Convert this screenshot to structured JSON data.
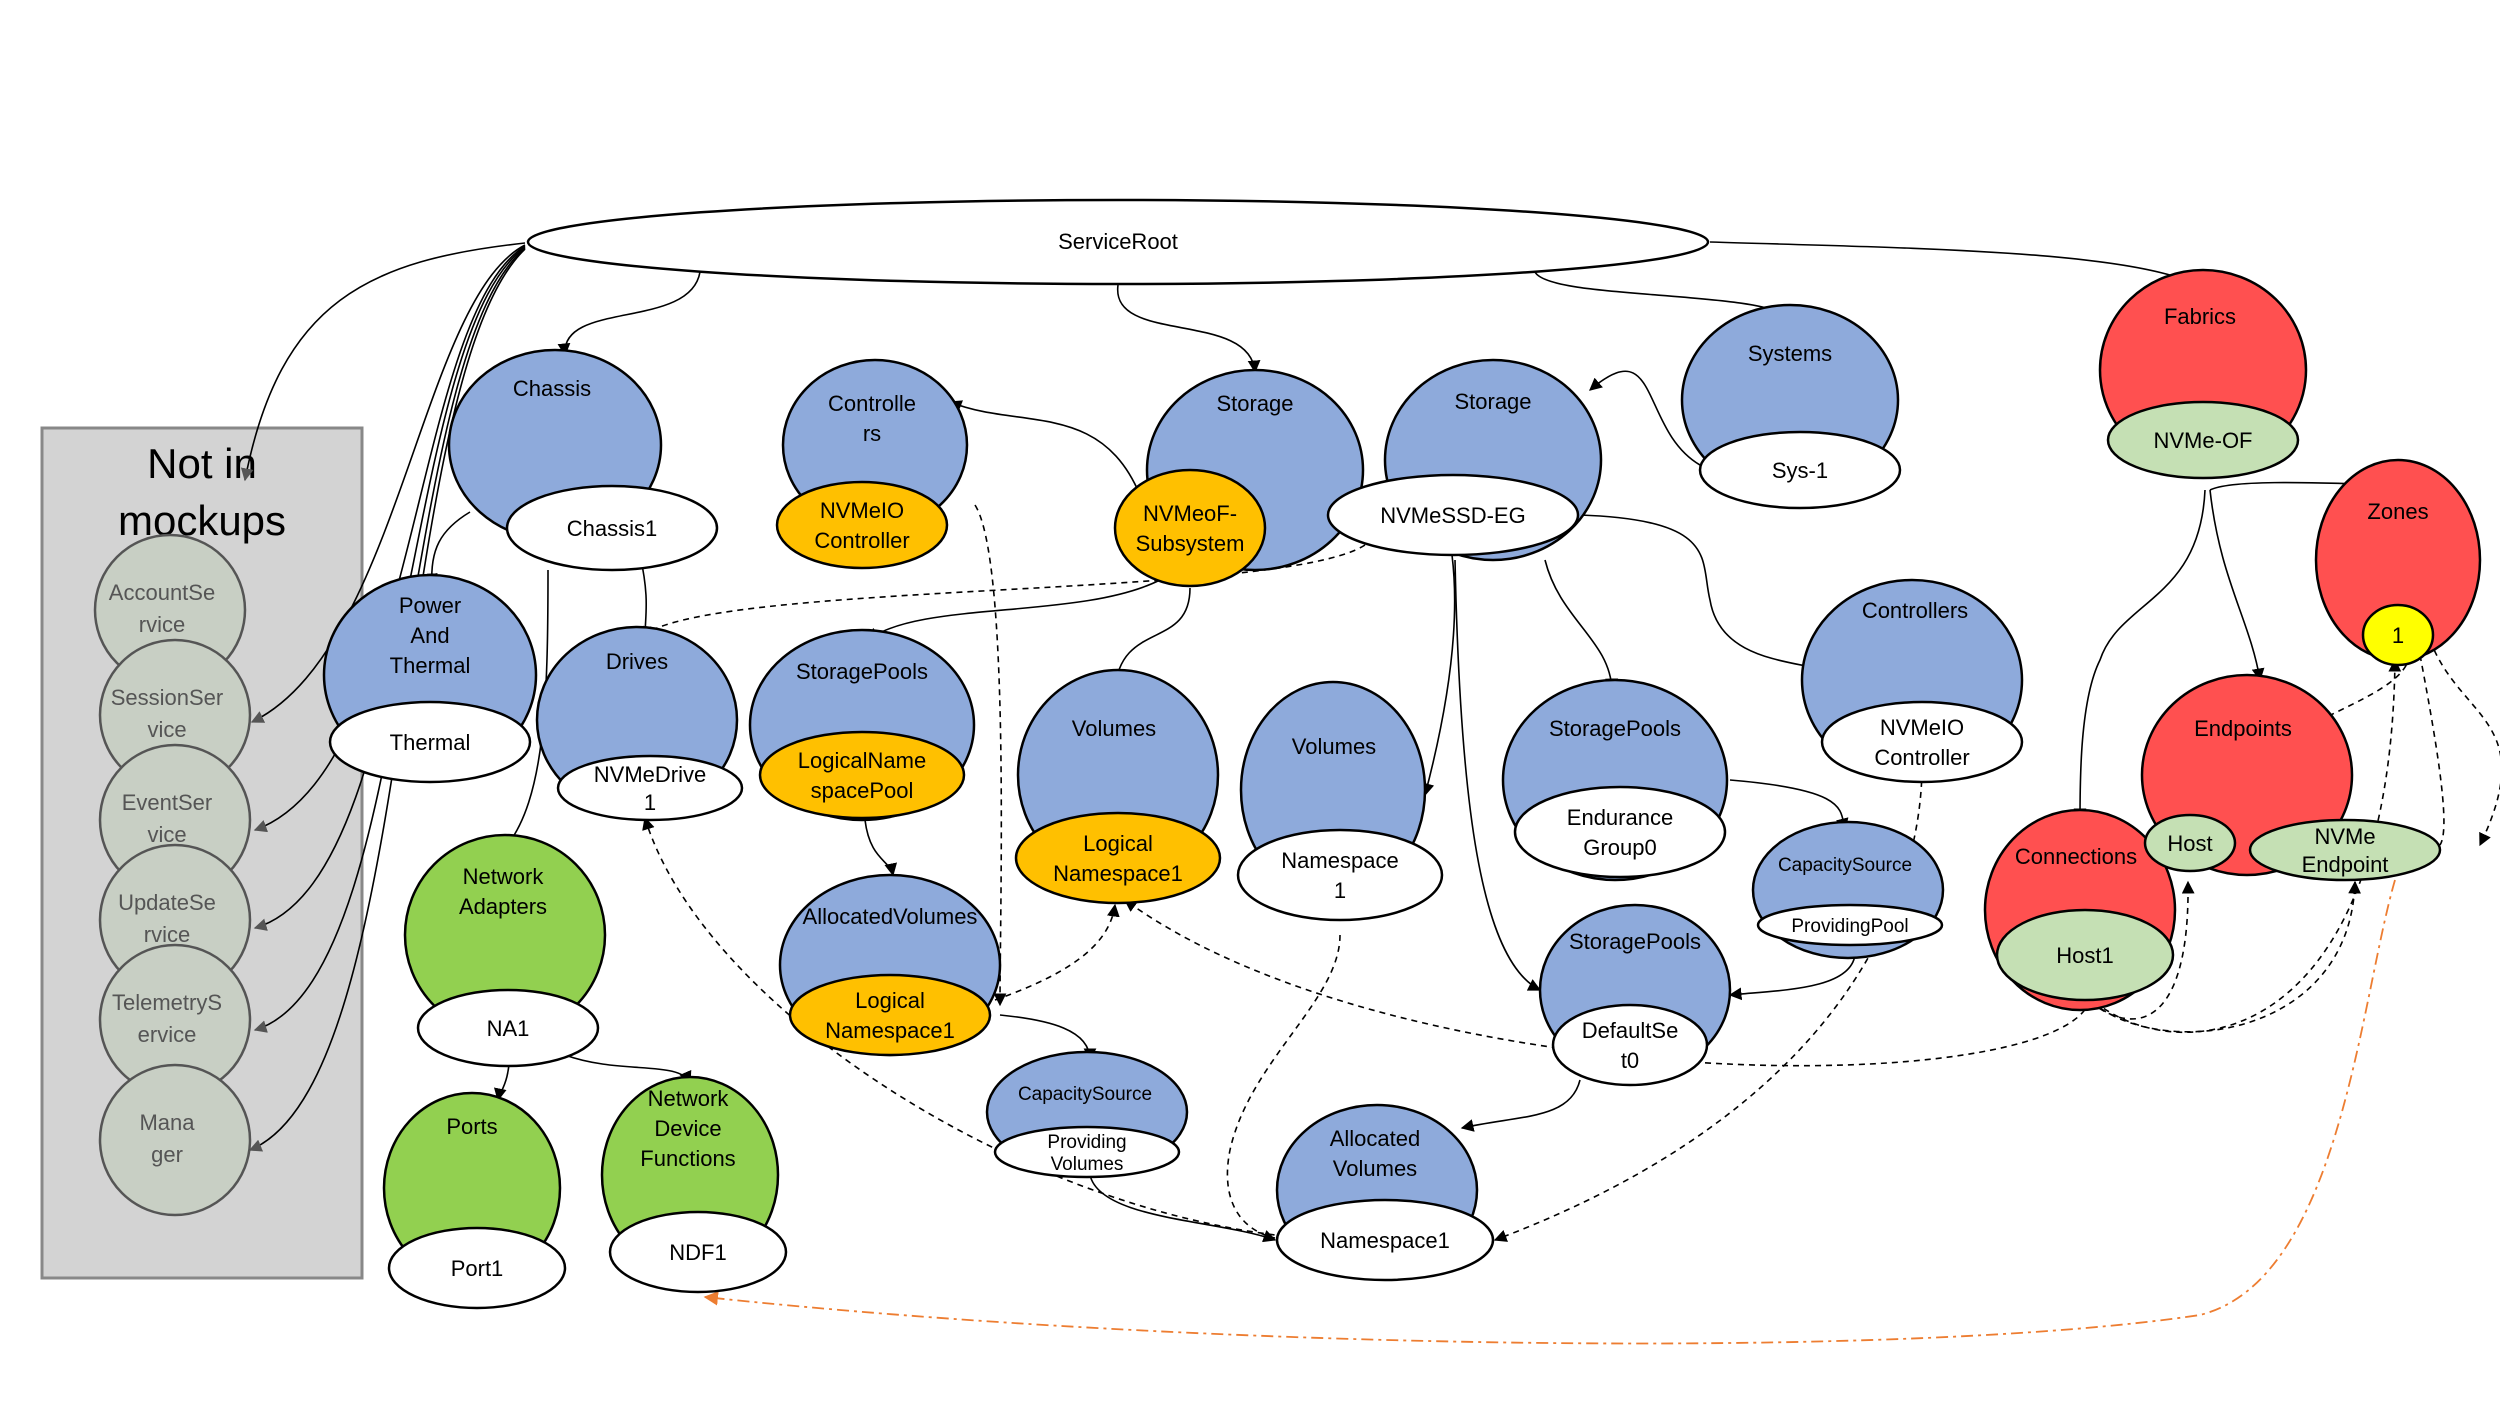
{
  "diagram": {
    "service_root": "ServiceRoot",
    "not_in_mockups": {
      "title_line1": "Not in",
      "title_line2": "mockups",
      "items": [
        [
          "AccountSe",
          "rvice"
        ],
        [
          "SessionSer",
          "vice"
        ],
        [
          "EventSer",
          "vice"
        ],
        [
          "UpdateSe",
          "rvice"
        ],
        [
          "TelemetryS",
          "ervice"
        ],
        [
          "Mana",
          "ger"
        ]
      ]
    },
    "chassis": {
      "label": "Chassis",
      "instance": "Chassis1"
    },
    "power": {
      "label": [
        "Power",
        "And",
        "Thermal"
      ],
      "instance": "Thermal"
    },
    "drives": {
      "label": "Drives",
      "instance": [
        "NVMeDrive",
        "1"
      ]
    },
    "network_adapters": {
      "label": [
        "Network",
        "Adapters"
      ],
      "instance": "NA1"
    },
    "ports": {
      "label": "Ports",
      "instance": "Port1"
    },
    "ndf": {
      "label": [
        "Network",
        "Device",
        "Functions"
      ],
      "instance": "NDF1"
    },
    "controllers_left": {
      "label": [
        "Controlle",
        "rs"
      ],
      "instance": [
        "NVMeIO",
        "Controller"
      ]
    },
    "storage1": {
      "label": "Storage",
      "instance": [
        "NVMeoF-",
        "Subsystem"
      ]
    },
    "storage2": {
      "label": "Storage",
      "instance": "NVMeSSD-EG"
    },
    "systems": {
      "label": "Systems",
      "instance": "Sys-1"
    },
    "storage_pools_left": {
      "label": "StoragePools",
      "instance": [
        "LogicalName",
        "spacePool"
      ]
    },
    "allocated_volumes_left": {
      "label": "AllocatedVolumes",
      "instance": [
        "Logical",
        "Namespace1"
      ]
    },
    "capacity_source_left": {
      "label": "CapacitySource",
      "instance": [
        "Providing",
        "Volumes"
      ]
    },
    "volumes_left": {
      "label": "Volumes",
      "instance": [
        "Logical",
        "Namespace1"
      ]
    },
    "volumes_mid": {
      "label": "Volumes",
      "instance": [
        "Namespace",
        "1"
      ]
    },
    "allocated_volumes_mid": {
      "label": [
        "Allocated",
        "Volumes"
      ],
      "instance": "Namespace1"
    },
    "storage_pools_mid": {
      "label": "StoragePools",
      "instance": [
        "Endurance",
        "Group0"
      ]
    },
    "storage_pools_low": {
      "label": "StoragePools",
      "instance": [
        "DefaultSe",
        "t0"
      ]
    },
    "capacity_source_right": {
      "label": "CapacitySource",
      "instance": "ProvidingPool"
    },
    "controllers_right": {
      "label": "Controllers",
      "instance": [
        "NVMeIO",
        "Controller"
      ]
    },
    "fabrics": {
      "label": "Fabrics",
      "instance": "NVMe-OF"
    },
    "zones": {
      "label": "Zones",
      "instance": "1"
    },
    "endpoints": {
      "label": "Endpoints",
      "host": "Host",
      "nvme_endpoint": [
        "NVMe",
        "Endpoint"
      ]
    },
    "connections": {
      "label": "Connections",
      "instance": "Host1"
    }
  },
  "colors": {
    "blue": "#8eaadb",
    "orange": "#ffc000",
    "green": "#92d050",
    "red": "#ff5050",
    "light_green": "#c5e0b4",
    "yellow": "#ffff00",
    "grey_panel": "#d3d3d3",
    "orange_link": "#ed7d31"
  }
}
